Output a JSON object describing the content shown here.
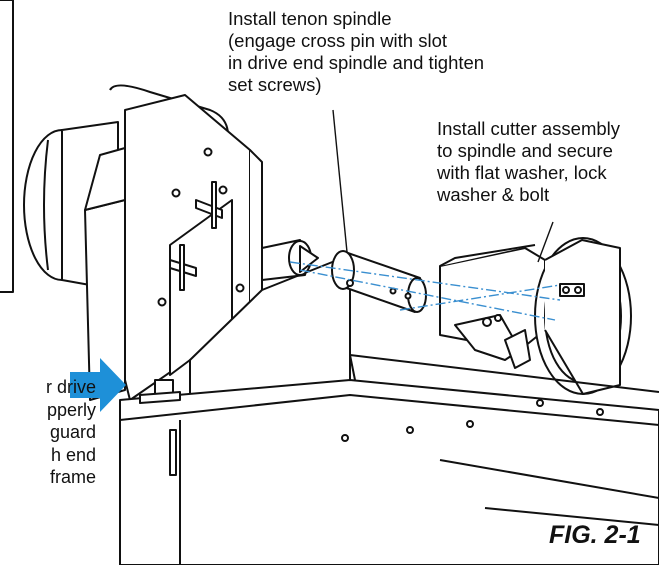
{
  "callouts": {
    "tenon_spindle": "Install tenon spindle\n(engage cross pin with slot\nin drive end spindle and tighten\nset screws)",
    "cutter_assembly": "Install cutter assembly\nto spindle and secure\nwith flat washer, lock\nwasher & bolt",
    "guard_partial": "r drive\npperly\nguard\nh end\nframe"
  },
  "figure_label": "FIG. 2-1",
  "colors": {
    "arrow": "#1e90d8",
    "centerline": "#3a8fd0",
    "ink": "#111111"
  }
}
